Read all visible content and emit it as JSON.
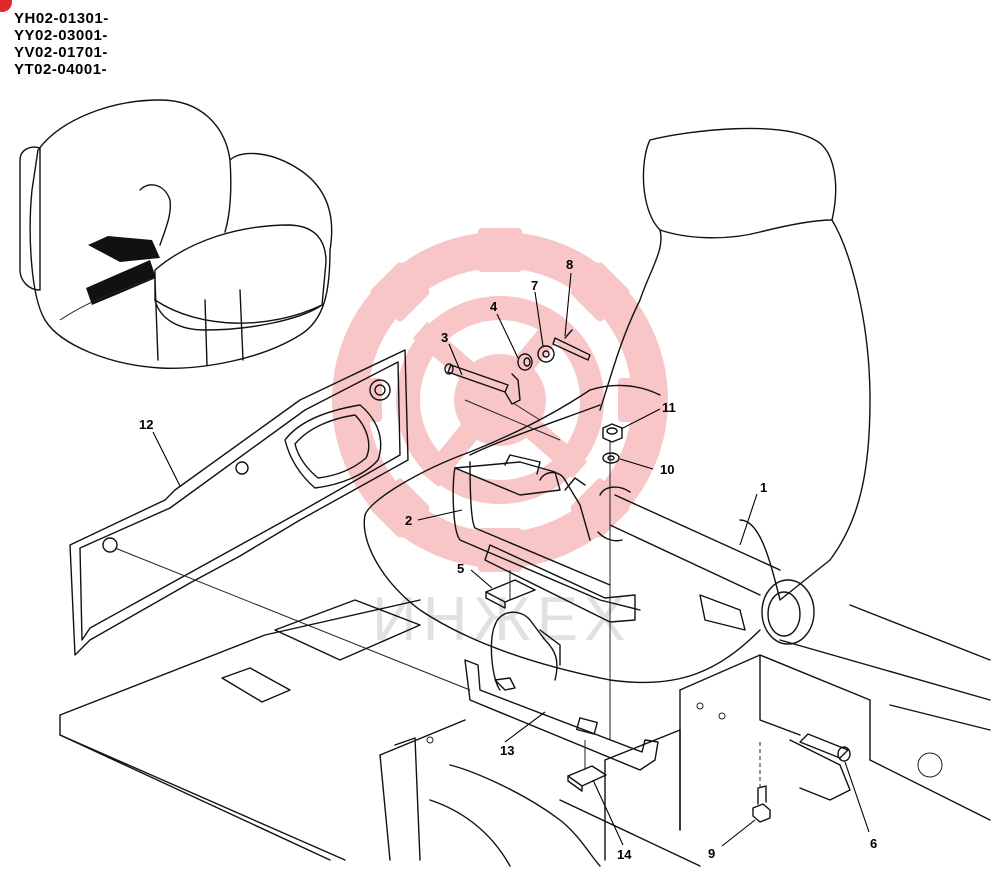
{
  "model_codes": [
    "YH02-01301-",
    "YY02-03001-",
    "YV02-01701-",
    "YT02-04001-"
  ],
  "callouts": [
    "1",
    "2",
    "3",
    "4",
    "5",
    "6",
    "7",
    "8",
    "9",
    "10",
    "11",
    "12",
    "13",
    "14"
  ],
  "watermark": {
    "text": "ИНЖЕХ",
    "color": "#e8353a"
  },
  "colors": {
    "accent": "#e0262e",
    "line": "#111111"
  }
}
